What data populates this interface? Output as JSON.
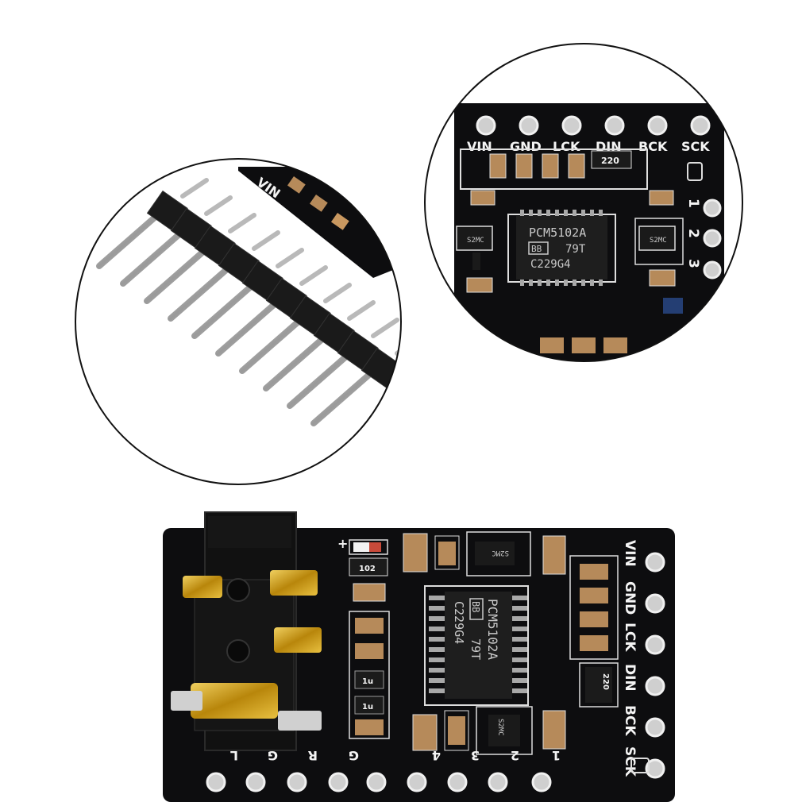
{
  "colors": {
    "background": "#ffffff",
    "pcb": "#0d0d0f",
    "silkscreen": "#f4f4f4",
    "gold": "#d4a017",
    "pin_silver": "#c8c8c8",
    "header_plastic": "#1a1a1a",
    "chip": "#1e1e1e",
    "capacitor": "#b68a5a"
  },
  "top_right_inset": {
    "pin_labels": [
      "VIN",
      "GND",
      "LCK",
      "DIN",
      "BCK",
      "SCK"
    ],
    "side_labels": [
      "1",
      "2",
      "3"
    ],
    "chip_marking": {
      "line1": "PCM5102A",
      "logo": "BB",
      "line2": "79T",
      "line3": "C229G4"
    },
    "resistor_label": "220",
    "regulator_marking": "S2MC"
  },
  "top_left_inset": {
    "item": "pin-header-strip",
    "pin_count": 10,
    "silk_label": "VIN"
  },
  "main_board": {
    "right_pin_labels": [
      "VIN",
      "GND",
      "LCK",
      "DIN",
      "BCK",
      "SCK"
    ],
    "bottom_pin_labels": [
      "L",
      "G",
      "R",
      "G",
      "4",
      "3",
      "2",
      "1"
    ],
    "chip_marking": {
      "line1": "PCM5102A",
      "logo": "BB",
      "line2": "79T",
      "line3": "C229G4"
    },
    "resistor_label": "220",
    "small_resistor_label": "102",
    "inductor_labels": [
      "1u",
      "1u"
    ],
    "regulator_marking": "S2MC",
    "plus_mark": "+"
  }
}
